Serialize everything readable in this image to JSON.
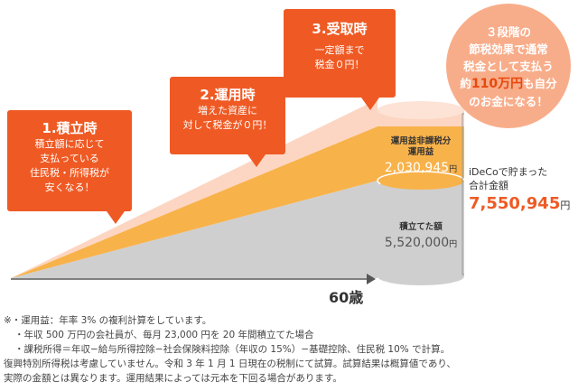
{
  "steps": [
    {
      "title": "1.積立時",
      "body": "積立額に応じて\n支払っている\n住民税・所得税が\n安くなる！"
    },
    {
      "title": "2.運用時",
      "body": "増えた資産に\n対して税金が０円！"
    },
    {
      "title": "3.受取時",
      "body": "一定額まで\n税金０円！"
    }
  ],
  "summary_circle": {
    "line1": "３段階の",
    "line2": "節税効果で通常",
    "line3": "税金として支払う",
    "line4_pre": "約",
    "line4_highlight": "110万円",
    "line4_post": "も自分",
    "line5": "のお金になる！"
  },
  "cylinder": {
    "gain_label_1": "運用益非課税分",
    "gain_label_2": "運用益",
    "gain_value": "2,030,945",
    "gain_unit": "円",
    "principal_label": "積立てた額",
    "principal_value": "5,520,000",
    "principal_unit": "円"
  },
  "total": {
    "label_1": "iDeCoで貯まった",
    "label_2": "合計金額",
    "value": "7,550,945",
    "unit": "円"
  },
  "axis_label": "60歳",
  "notes": [
    "※・運用益：年率 3% の複利計算をしています。",
    "・年収 500 万円の会社員が、毎月 23,000 円を 20 年間積立てた場合",
    "・課税所得＝年収−給与所得控除−社会保険料控除（年収の 15%）−基礎控除、住民税 10% で計算。",
    "復興特別所得税は考慮していません。令和 3 年 1 月 1 日現在の税制にて試算。試算結果は概算値であり、",
    "実際の金額とは異なります。運用結果によっては元本を下回る場合があります。"
  ],
  "colors": {
    "accent": "#ef5a24",
    "gain": "#f8b24a",
    "principal": "#cfcfcf",
    "circle": "#f8ad8a"
  }
}
